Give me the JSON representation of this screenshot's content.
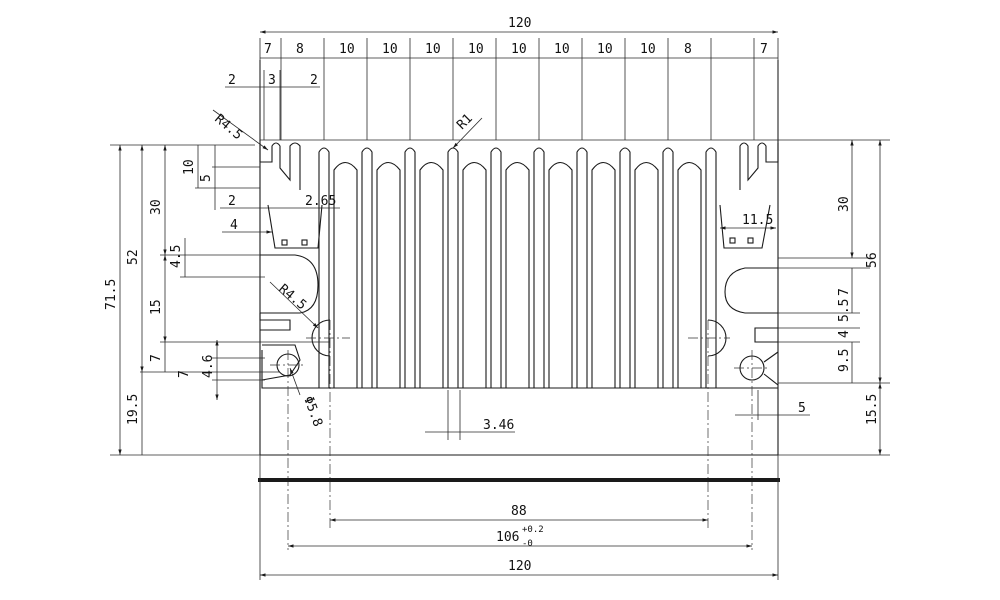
{
  "drawing": {
    "widths_top": [
      "7",
      "8",
      "10",
      "10",
      "10",
      "10",
      "10",
      "10",
      "10",
      "10",
      "8",
      "7"
    ],
    "overall_width_top": "120",
    "overall_width_bottom": "120",
    "hole_spacing_88": "88",
    "hole_spacing_106": "106",
    "tol_upper": "+0.2",
    "tol_lower": "-0",
    "left_dims": {
      "h71_5": "71.5",
      "h52": "52",
      "h30": "30",
      "h15": "15",
      "h7": "7",
      "h19_5": "19.5",
      "h10": "10",
      "h5": "5",
      "h4_5": "4.5",
      "h4_6": "4.6",
      "h7b": "7",
      "d2a": "2",
      "d3": "3",
      "d2b": "2",
      "d2c": "2",
      "d2_65": "2.65",
      "d4": "4"
    },
    "right_dims": {
      "h56": "56",
      "h30": "30",
      "h7": "7",
      "h5_5": "5.5",
      "h4": "4",
      "h9_5": "9.5",
      "h15_5": "15.5",
      "d11_5": "11.5",
      "d5": "5"
    },
    "radii": {
      "r4_5_top": "R4.5",
      "r4_5_mid": "R4.5",
      "r1": "R1"
    },
    "diameter": "Φ5.8",
    "fin_gap": "3.46"
  }
}
